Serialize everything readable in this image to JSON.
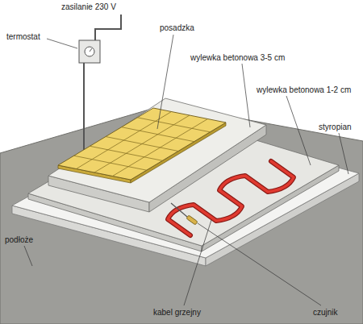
{
  "diagram": {
    "labels": [
      "zasilanie 230 V",
      "termostat",
      "posadzka",
      "wylewka betonowa 3-5 cm",
      "wylewka betonowa 1-2 cm",
      "styropian",
      "podłoże",
      "kabel grzejny",
      "czujnik"
    ]
  }
}
